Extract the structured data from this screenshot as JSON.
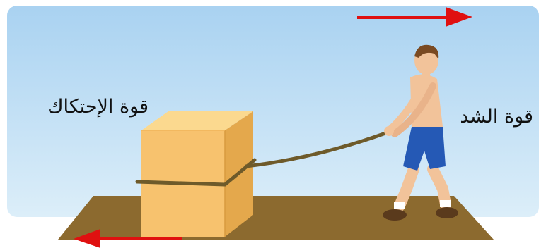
{
  "labels": {
    "friction_force": "قوة الإحتكاك",
    "tension_force": "قوة الشد"
  },
  "arrows": {
    "pull_direction": "right",
    "friction_direction": "left"
  },
  "colors": {
    "sky_top": "#a9d2f1",
    "sky_bottom": "#dceef9",
    "ground": "#8c6a2f",
    "box_front": "#f7c26e",
    "box_top": "#fbd98f",
    "box_side": "#e4a84c",
    "rope": "#6e5a2a",
    "arrow": "#e01010",
    "shorts": "#2559b5",
    "skin": "#f2c39a",
    "hair": "#7a4a22"
  },
  "icons": {
    "pull_arrow": "right-arrow-icon",
    "friction_arrow": "left-arrow-icon"
  }
}
